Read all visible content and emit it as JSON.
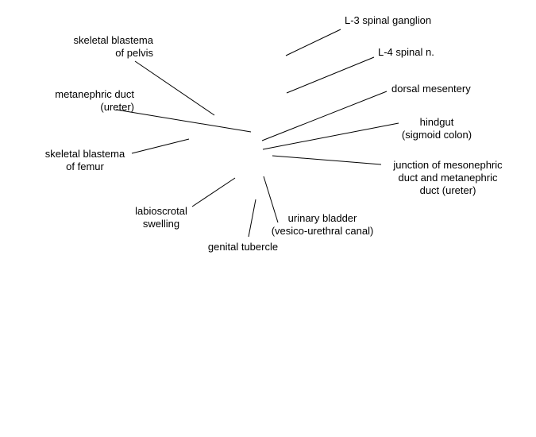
{
  "labels": [
    {
      "id": "l3-spinal-ganglion",
      "lines": [
        "L-3 spinal ganglion"
      ]
    },
    {
      "id": "skeletal-blastema-pelvis",
      "lines": [
        "skeletal blastema",
        "of pelvis"
      ]
    },
    {
      "id": "l4-spinal-nerve",
      "lines": [
        "L-4 spinal n."
      ]
    },
    {
      "id": "dorsal-mesentery",
      "lines": [
        "dorsal mesentery"
      ]
    },
    {
      "id": "metanephric-duct",
      "lines": [
        "metanephric duct",
        "(ureter)"
      ]
    },
    {
      "id": "hindgut",
      "lines": [
        "hindgut",
        "(sigmoid colon)"
      ]
    },
    {
      "id": "skeletal-blastema-femur",
      "lines": [
        "skeletal blastema",
        "of femur"
      ]
    },
    {
      "id": "junction-mesonephric-metanephric",
      "lines": [
        "junction of mesonephric",
        "duct and metanephric",
        "duct (ureter)"
      ]
    },
    {
      "id": "labioscrotal-swelling",
      "lines": [
        "labioscrotal",
        "swelling"
      ]
    },
    {
      "id": "urinary-bladder",
      "lines": [
        "urinary bladder",
        "(vesico-urethral canal)"
      ]
    },
    {
      "id": "genital-tubercle",
      "lines": [
        "genital tubercle"
      ]
    }
  ],
  "colors": {
    "text": "#000000",
    "line": "#000000",
    "background": "#ffffff"
  }
}
